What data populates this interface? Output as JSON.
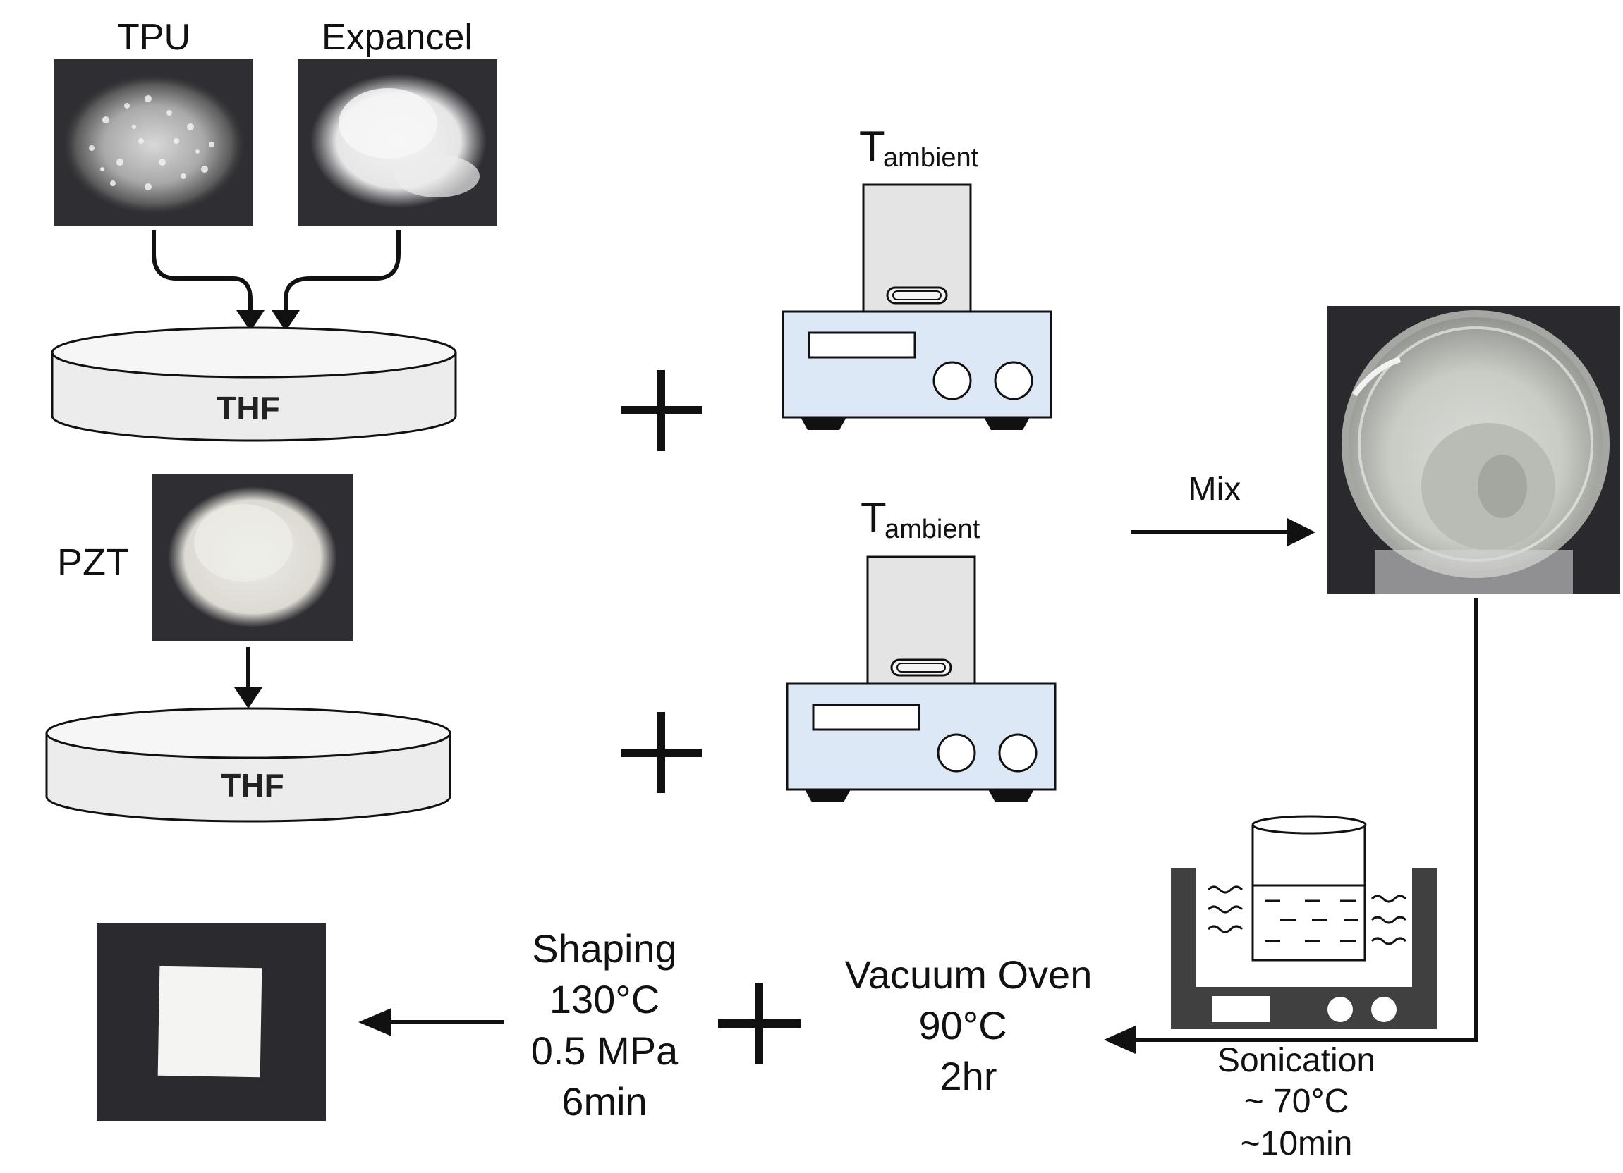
{
  "materials": {
    "tpu": "TPU",
    "expancel": "Expancel",
    "pzt": "PZT"
  },
  "solvent": {
    "top": "THF",
    "bottom": "THF"
  },
  "stirrers": {
    "top": {
      "symbol": "T",
      "subscript": "ambient"
    },
    "bottom": {
      "symbol": "T",
      "subscript": "ambient"
    }
  },
  "mix_label": "Mix",
  "sonication": {
    "title": "Sonication",
    "temp": "~ 70°C",
    "time": "~10min"
  },
  "vacuum_oven": {
    "title": "Vacuum Oven",
    "temp": "90°C",
    "time": "2hr"
  },
  "shaping": {
    "title": "Shaping",
    "temp": "130°C",
    "pressure": "0.5 MPa",
    "time": "6min"
  },
  "colors": {
    "line": "#111111",
    "stirrer_base": "#dde8f6",
    "stirrer_top": "#e4e4e4",
    "dish": "#e9e9e9",
    "bath": "#404040",
    "photo_bg": "#2a2a2e"
  }
}
